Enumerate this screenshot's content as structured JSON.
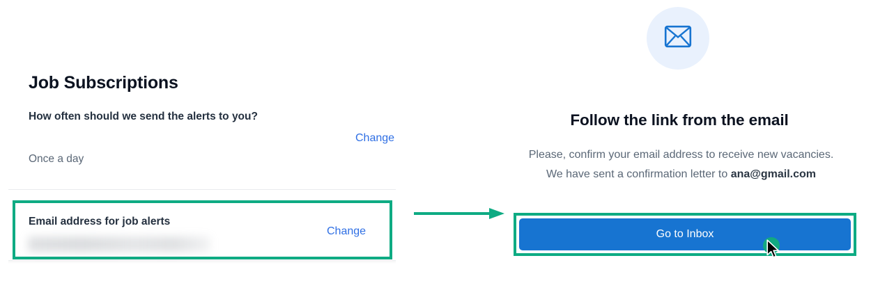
{
  "left": {
    "page_title": "Job Subscriptions",
    "rows": [
      {
        "label": "How often should we send the alerts to you?",
        "value": "Once a day",
        "action": "Change"
      },
      {
        "label": "Email address for job alerts",
        "value": "",
        "action": "Change"
      }
    ]
  },
  "flow": {
    "arrow_color": "#0eab83",
    "highlight_color": "#0eab83"
  },
  "right": {
    "icon": "envelope-icon",
    "heading": "Follow the link from the email",
    "body_line1": "Please, confirm your email address to receive new",
    "body_line2": "vacancies. We have sent a confirmation letter to",
    "email": "ana@gmail.com",
    "button_label": "Go to Inbox",
    "button_color": "#1774d1",
    "icon_color": "#1774d1",
    "icon_bg": "#e9f1fd"
  },
  "cursor": {
    "indicator_color": "#12a981"
  }
}
